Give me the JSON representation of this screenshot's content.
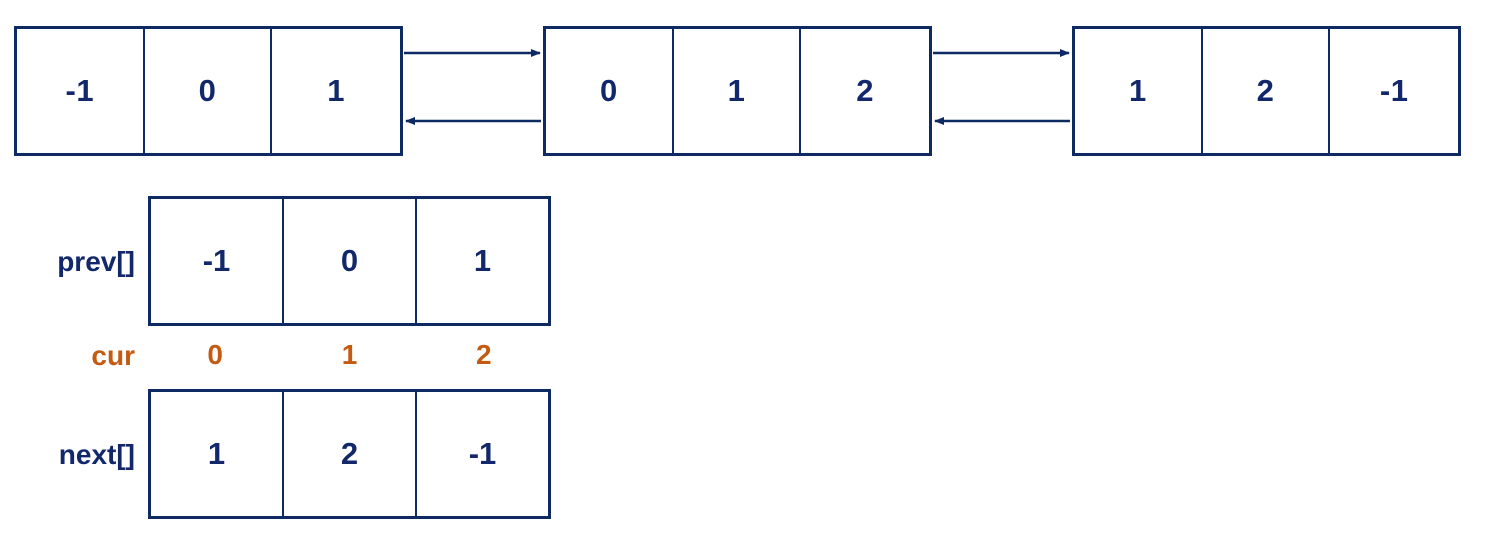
{
  "colors": {
    "navy": "#12286b",
    "border": "#0d2a63",
    "orange": "#c55a11",
    "background": "#ffffff"
  },
  "diagram": {
    "type": "doubly-linked-list-array-representation",
    "nodes": [
      {
        "name": "node-0",
        "index": 0,
        "cells": [
          "-1",
          "0",
          "1"
        ]
      },
      {
        "name": "node-1",
        "index": 1,
        "cells": [
          "0",
          "1",
          "2"
        ]
      },
      {
        "name": "node-2",
        "index": 2,
        "cells": [
          "1",
          "2",
          "-1"
        ]
      }
    ],
    "links": [
      {
        "from": 0,
        "to": 1,
        "direction": "forward",
        "arrow": "right-arrow"
      },
      {
        "from": 1,
        "to": 0,
        "direction": "backward",
        "arrow": "left-arrow"
      },
      {
        "from": 1,
        "to": 2,
        "direction": "forward",
        "arrow": "right-arrow"
      },
      {
        "from": 2,
        "to": 1,
        "direction": "backward",
        "arrow": "left-arrow"
      }
    ]
  },
  "arrays": {
    "prev": {
      "label": "prev[]",
      "values": [
        "-1",
        "0",
        "1"
      ]
    },
    "cur": {
      "label": "cur",
      "values": [
        "0",
        "1",
        "2"
      ]
    },
    "next": {
      "label": "next[]",
      "values": [
        "1",
        "2",
        "-1"
      ]
    }
  }
}
